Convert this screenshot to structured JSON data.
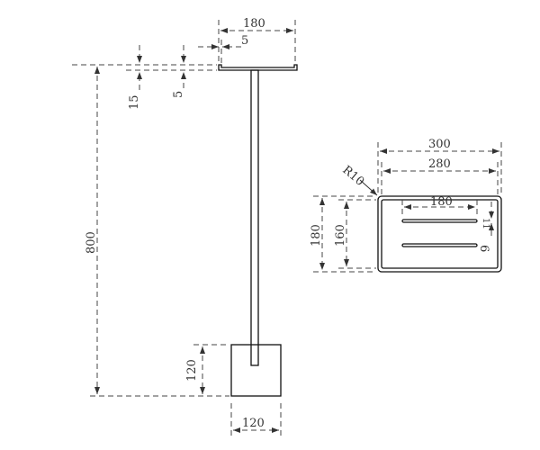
{
  "side_view": {
    "top_width": "180",
    "lip_offset": "5",
    "plate_height": "15",
    "plate_thickness": "5",
    "total_height": "800",
    "base_height": "120",
    "base_width": "120"
  },
  "top_view": {
    "outer_width": "300",
    "inner_width": "280",
    "corner_radius": "R10",
    "slot_length": "180",
    "outer_depth": "180",
    "inner_depth": "160",
    "slot_spacing": "11",
    "slot_width": "6"
  }
}
